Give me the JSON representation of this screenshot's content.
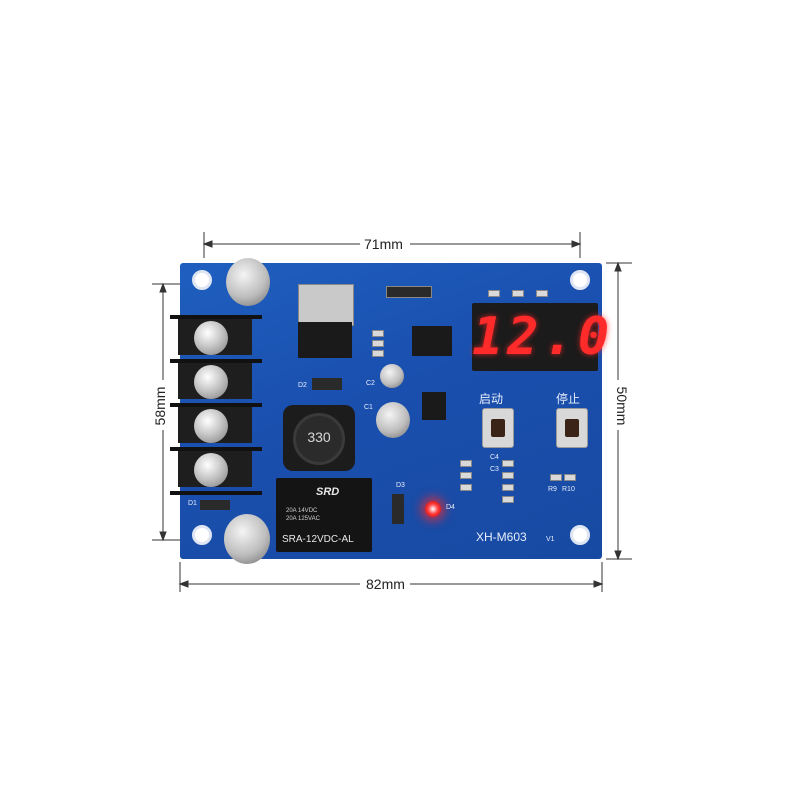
{
  "dimensions": {
    "top_width": "71mm",
    "bottom_width": "82mm",
    "left_height": "58mm",
    "right_height": "50mm"
  },
  "display": {
    "reading": "12.0",
    "color": "#ff2a2a"
  },
  "buttons": {
    "start_label": "启动",
    "stop_label": "停止"
  },
  "board": {
    "model": "XH-M603",
    "version": "V1",
    "color": "#1a4fae"
  },
  "inductor": {
    "marking": "330"
  },
  "relay": {
    "brand": "SRD",
    "rating_line1": "20A 14VDC",
    "rating_line2": "20A 125VAC",
    "model": "SRA-12VDC-AL"
  },
  "silkscreen": {
    "d1": "D1",
    "d2": "D2",
    "d3": "D3",
    "d4": "D4",
    "c1": "C1",
    "c2": "C2",
    "c3": "C3",
    "c4": "C4",
    "r9": "R9",
    "r10": "R10"
  }
}
